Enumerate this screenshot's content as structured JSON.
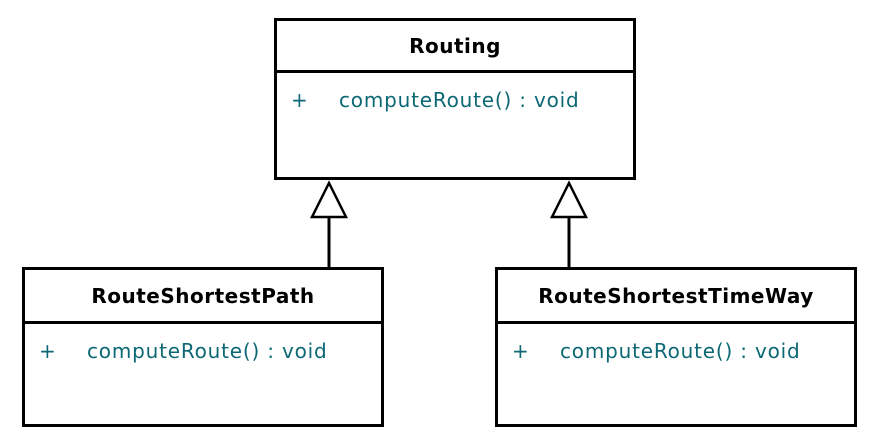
{
  "diagram": {
    "kind": "uml-class-diagram",
    "colors": {
      "box_border": "#000000",
      "title_text": "#000000",
      "member_text": "#0c6874",
      "background": "#ffffff"
    },
    "classes": [
      {
        "id": "routing",
        "name": "Routing",
        "methods": [
          {
            "visibility": "+",
            "signature": "computeRoute() : void"
          }
        ]
      },
      {
        "id": "route-shortest-path",
        "name": "RouteShortestPath",
        "methods": [
          {
            "visibility": "+",
            "signature": "computeRoute() : void"
          }
        ]
      },
      {
        "id": "route-shortest-time-way",
        "name": "RouteShortestTimeWay",
        "methods": [
          {
            "visibility": "+",
            "signature": "computeRoute() : void"
          }
        ]
      }
    ],
    "relations": [
      {
        "from": "RouteShortestPath",
        "to": "Routing",
        "type": "generalization"
      },
      {
        "from": "RouteShortestTimeWay",
        "to": "Routing",
        "type": "generalization"
      }
    ]
  }
}
